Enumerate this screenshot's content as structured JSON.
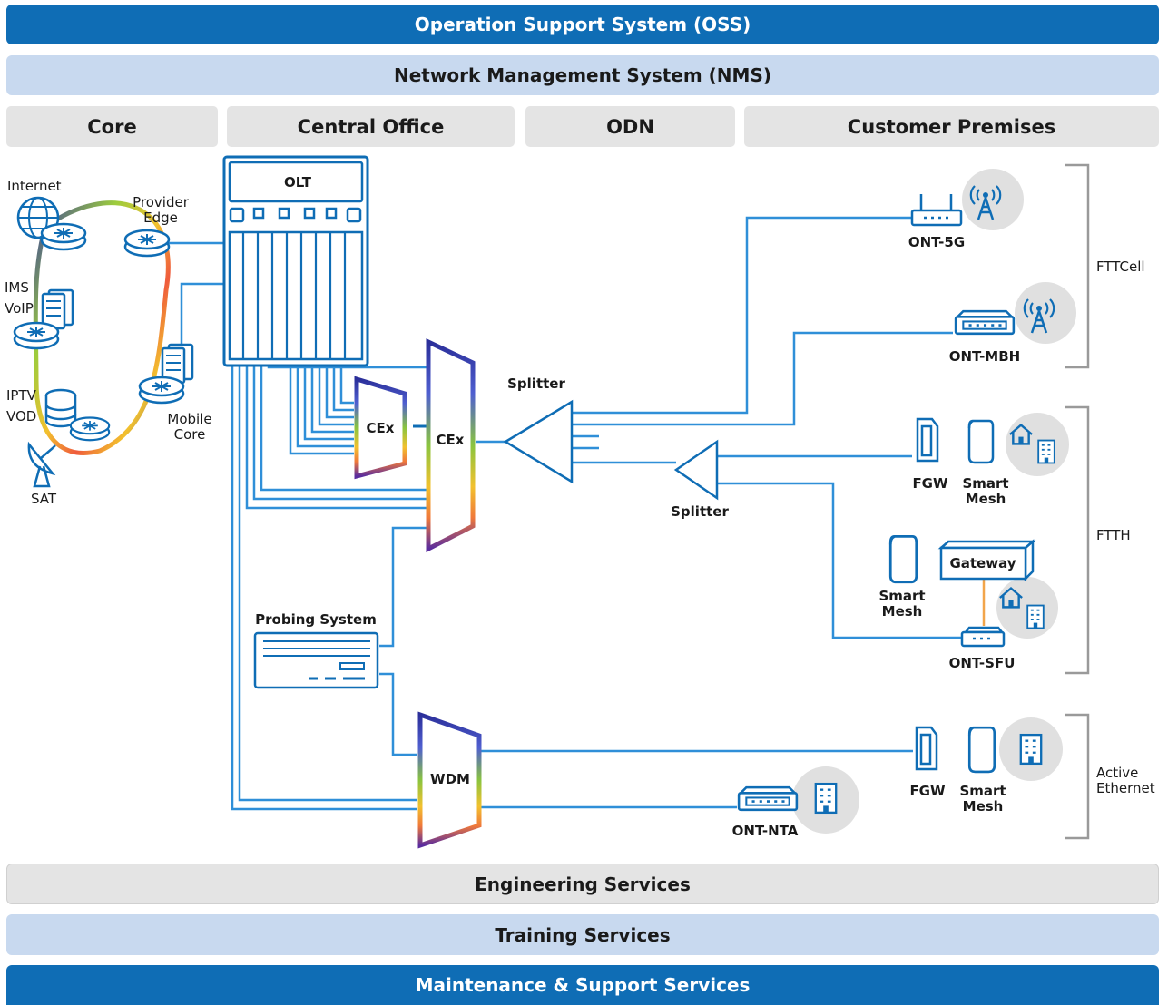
{
  "bands": {
    "oss": "Operation Support System (OSS)",
    "nms": "Network Management System (NMS)",
    "engineering": "Engineering Services",
    "training": "Training Services",
    "maintenance": "Maintenance & Support Services"
  },
  "columns": {
    "core": "Core",
    "central_office": "Central Office",
    "odn": "ODN",
    "customer_premises": "Customer Premises"
  },
  "core": {
    "internet": "Internet",
    "provider_edge_1": "Provider",
    "provider_edge_2": "Edge",
    "ims": "IMS",
    "voip": "VoIP",
    "iptv": "IPTV",
    "vod": "VOD",
    "sat": "SAT",
    "mobile_core_1": "Mobile",
    "mobile_core_2": "Core"
  },
  "central_office": {
    "olt": "OLT",
    "cex_small": "CEx",
    "cex_large": "CEx",
    "probing_system": "Probing System",
    "wdm": "WDM"
  },
  "odn": {
    "splitter_1": "Splitter",
    "splitter_2": "Splitter"
  },
  "premises": {
    "ont_5g": "ONT-5G",
    "ont_mbh": "ONT-MBH",
    "fgw_1": "FGW",
    "smart_mesh_1a": "Smart",
    "smart_mesh_1b": "Mesh",
    "smart_mesh_2a": "Smart",
    "smart_mesh_2b": "Mesh",
    "gateway": "Gateway",
    "ont_sfu": "ONT-SFU",
    "fgw_2": "FGW",
    "smart_mesh_3a": "Smart",
    "smart_mesh_3b": "Mesh",
    "ont_nta": "ONT-NTA"
  },
  "groups": {
    "fttcell": "FTTCell",
    "ftth": "FTTH",
    "active_ethernet_1": "Active",
    "active_ethernet_2": "Ethernet"
  },
  "colors": {
    "primary": "#0f6db5",
    "light_band": "#c8d9ef",
    "gray_band": "#e4e4e4",
    "line": "#2f8fd8",
    "bracket": "#9a9a9a"
  }
}
